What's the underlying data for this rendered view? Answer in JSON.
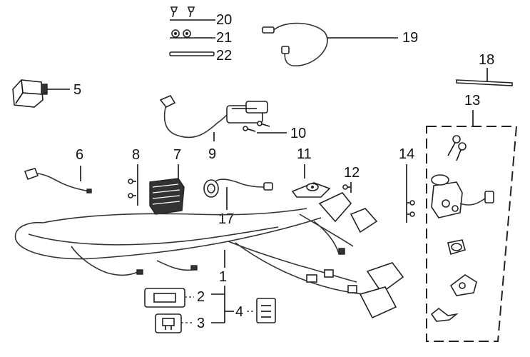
{
  "callouts": {
    "c1": "1",
    "c2": "2",
    "c3": "3",
    "c4": "4",
    "c5": "5",
    "c6": "6",
    "c7": "7",
    "c8": "8",
    "c9": "9",
    "c10": "10",
    "c11": "11",
    "c12": "12",
    "c13": "13",
    "c14": "14",
    "c17": "17",
    "c18": "18",
    "c19": "19",
    "c20": "20",
    "c21": "21",
    "c22": "22"
  }
}
